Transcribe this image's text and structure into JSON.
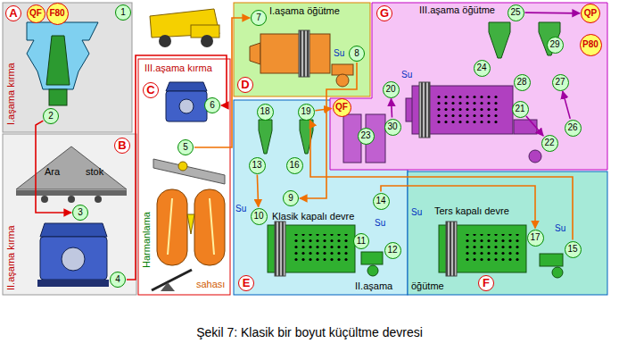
{
  "diagram": {
    "caption": "Şekil 7: Klasik bir boyut küçültme devresi",
    "nodes": [
      {
        "text": [
          "A",
          "I.aşama kırma"
        ]
      },
      {
        "text": [
          "QF"
        ],
        "in": 0
      },
      {
        "text": [
          "F80"
        ],
        "in": 0
      },
      {
        "text": [
          "1"
        ],
        "in": 0
      },
      {
        "text": [
          "2"
        ],
        "in": 0
      },
      {
        "text": [
          "B",
          "Ara",
          "stok",
          "II.aşama kırma"
        ]
      },
      {
        "text": [
          "3"
        ],
        "in": 5
      },
      {
        "text": [
          "4"
        ],
        "in": 5
      },
      {
        "text": [
          "C",
          "III.aşama kırma",
          "Harmanlama",
          "sahası"
        ]
      },
      {
        "text": [
          "5"
        ],
        "in": 8
      },
      {
        "text": [
          "6"
        ],
        "in": 8
      },
      {
        "text": [
          "D",
          "I.aşama öğütme",
          "Su"
        ]
      },
      {
        "text": [
          "7"
        ],
        "in": 11
      },
      {
        "text": [
          "8"
        ],
        "in": 11
      },
      {
        "text": [
          "G",
          "III.aşama öğütme",
          "Su"
        ]
      },
      {
        "text": [
          "QF"
        ],
        "in": 14
      },
      {
        "text": [
          "QP"
        ],
        "in": 14
      },
      {
        "text": [
          "P80"
        ],
        "in": 14
      },
      {
        "text": [
          "20"
        ],
        "in": 14
      },
      {
        "text": [
          "21"
        ],
        "in": 14
      },
      {
        "text": [
          "22"
        ],
        "in": 14
      },
      {
        "text": [
          "23"
        ],
        "in": 14
      },
      {
        "text": [
          "24"
        ],
        "in": 14
      },
      {
        "text": [
          "25"
        ],
        "in": 14
      },
      {
        "text": [
          "26"
        ],
        "in": 14
      },
      {
        "text": [
          "27"
        ],
        "in": 14
      },
      {
        "text": [
          "28"
        ],
        "in": 14
      },
      {
        "text": [
          "29"
        ],
        "in": 14
      },
      {
        "text": [
          "30"
        ],
        "in": 14
      },
      {
        "text": [
          "E",
          "Klasik kapalı devre",
          "Su",
          "Su",
          "II.aşama"
        ]
      },
      {
        "text": [
          "9"
        ],
        "in": 29
      },
      {
        "text": [
          "10"
        ],
        "in": 29
      },
      {
        "text": [
          "11"
        ],
        "in": 29
      },
      {
        "text": [
          "12"
        ],
        "in": 29
      },
      {
        "text": [
          "13"
        ],
        "in": 29
      },
      {
        "text": [
          "14"
        ],
        "in": 29
      },
      {
        "text": [
          "16"
        ],
        "in": 29
      },
      {
        "text": [
          "18"
        ],
        "in": 29
      },
      {
        "text": [
          "19"
        ],
        "in": 29
      },
      {
        "text": [
          "F",
          "Ters kapalı devre",
          "Su",
          "Su",
          "öğütme"
        ]
      },
      {
        "text": [
          "15"
        ],
        "in": 39
      },
      {
        "text": [
          "17"
        ],
        "in": 39
      }
    ],
    "edges": [
      {
        "from": 4,
        "to": 6,
        "arrow": "to"
      },
      {
        "from": 7,
        "to": 10,
        "arrow": "to"
      },
      {
        "from": 9,
        "to": 12,
        "arrow": "to"
      },
      {
        "from": 13,
        "to": 30,
        "arrow": "to"
      },
      {
        "from": 34,
        "to": 31,
        "arrow": "to"
      },
      {
        "from": 35,
        "to": 41,
        "arrow": "to"
      },
      {
        "from": 40,
        "to": 38,
        "arrow": "to"
      },
      {
        "from": 38,
        "to": 15,
        "arrow": "to"
      },
      {
        "from": 23,
        "to": 16,
        "arrow": "to"
      },
      {
        "from": 19,
        "to": 20,
        "arrow": "to"
      },
      {
        "from": 24,
        "to": 25,
        "arrow": "to"
      },
      {
        "from": 28,
        "to": 18,
        "arrow": "to"
      }
    ]
  }
}
